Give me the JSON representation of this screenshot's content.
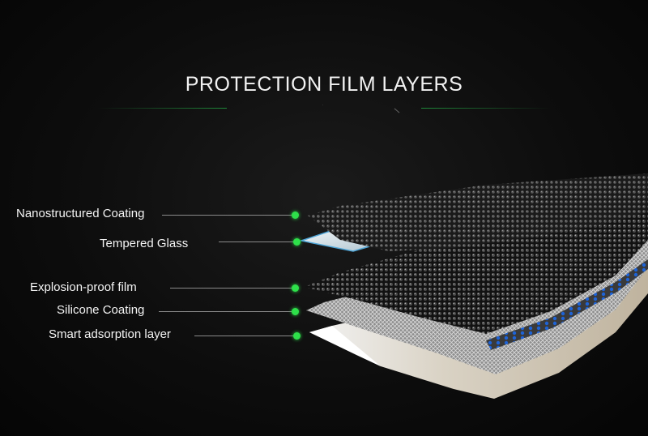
{
  "title": "PROTECTION FILM LAYERS",
  "layers": [
    {
      "label": "Nanostructured Coating"
    },
    {
      "label": "Tempered Glass"
    },
    {
      "label": "Explosion-proof film"
    },
    {
      "label": "Silicone Coating"
    },
    {
      "label": "Smart adsorption layer"
    }
  ],
  "colors": {
    "background": "#000000",
    "marker_dot": "#2ee04a",
    "accent_line": "#1f8a3a",
    "text": "#f4f4f4",
    "blue_beads": "#1e63d6"
  }
}
